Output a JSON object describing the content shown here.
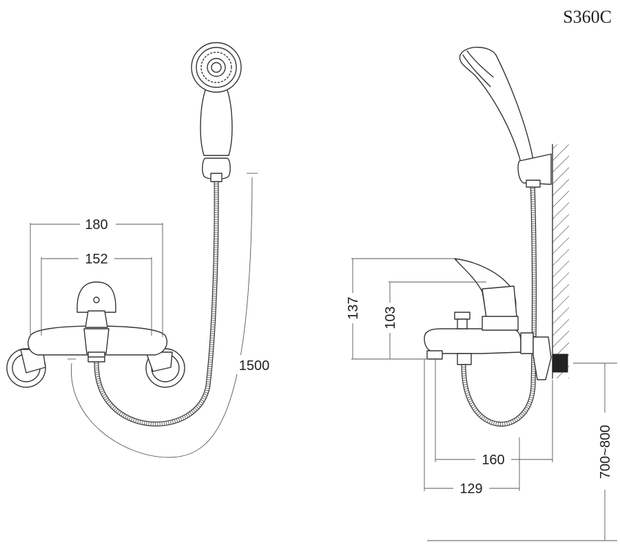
{
  "model": "S360C",
  "dimensions": {
    "front_outer_width": "180",
    "front_inner_width": "152",
    "hose_length": "1500",
    "side_height_total": "137",
    "side_height_spout": "103",
    "side_depth_total": "160",
    "side_depth_spout": "129",
    "mount_height": "700~800"
  },
  "colors": {
    "line": "#333333",
    "background": "#ffffff"
  }
}
